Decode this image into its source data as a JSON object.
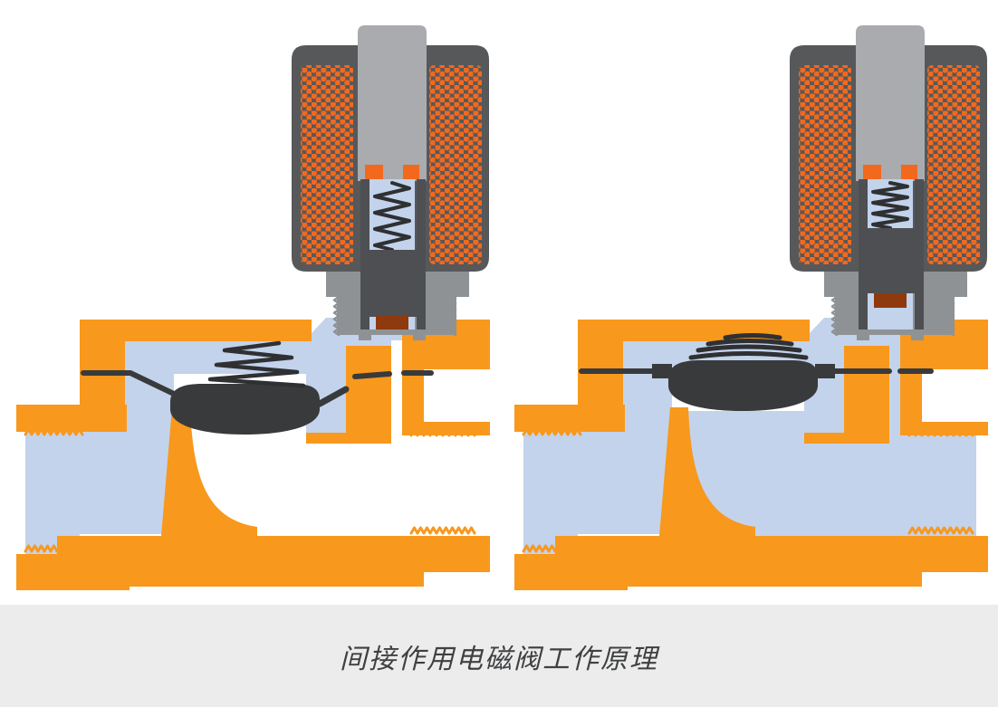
{
  "figure": {
    "caption": "间接作用电磁阀工作原理",
    "panels": [
      {
        "id": "valve-closed",
        "state": "closed"
      },
      {
        "id": "valve-open",
        "state": "open"
      }
    ]
  },
  "colors": {
    "background": "#ffffff",
    "body_orange": "#F8981D",
    "coil_orange": "#F2691E",
    "housing_dark": "#57585A",
    "plunger_dark": "#4E4F52",
    "stem_gray": "#A9ABAE",
    "bonnet_gray": "#8F9295",
    "tip_brown": "#8E3A0E",
    "fluid_blue": "#C3D3EC",
    "diaphragm_dark": "#393A3C",
    "spring_dark": "#2F3032",
    "empty_white": "#FFFFFF",
    "caption_bg": "#ECECEC",
    "caption_text": "#3F4042"
  }
}
